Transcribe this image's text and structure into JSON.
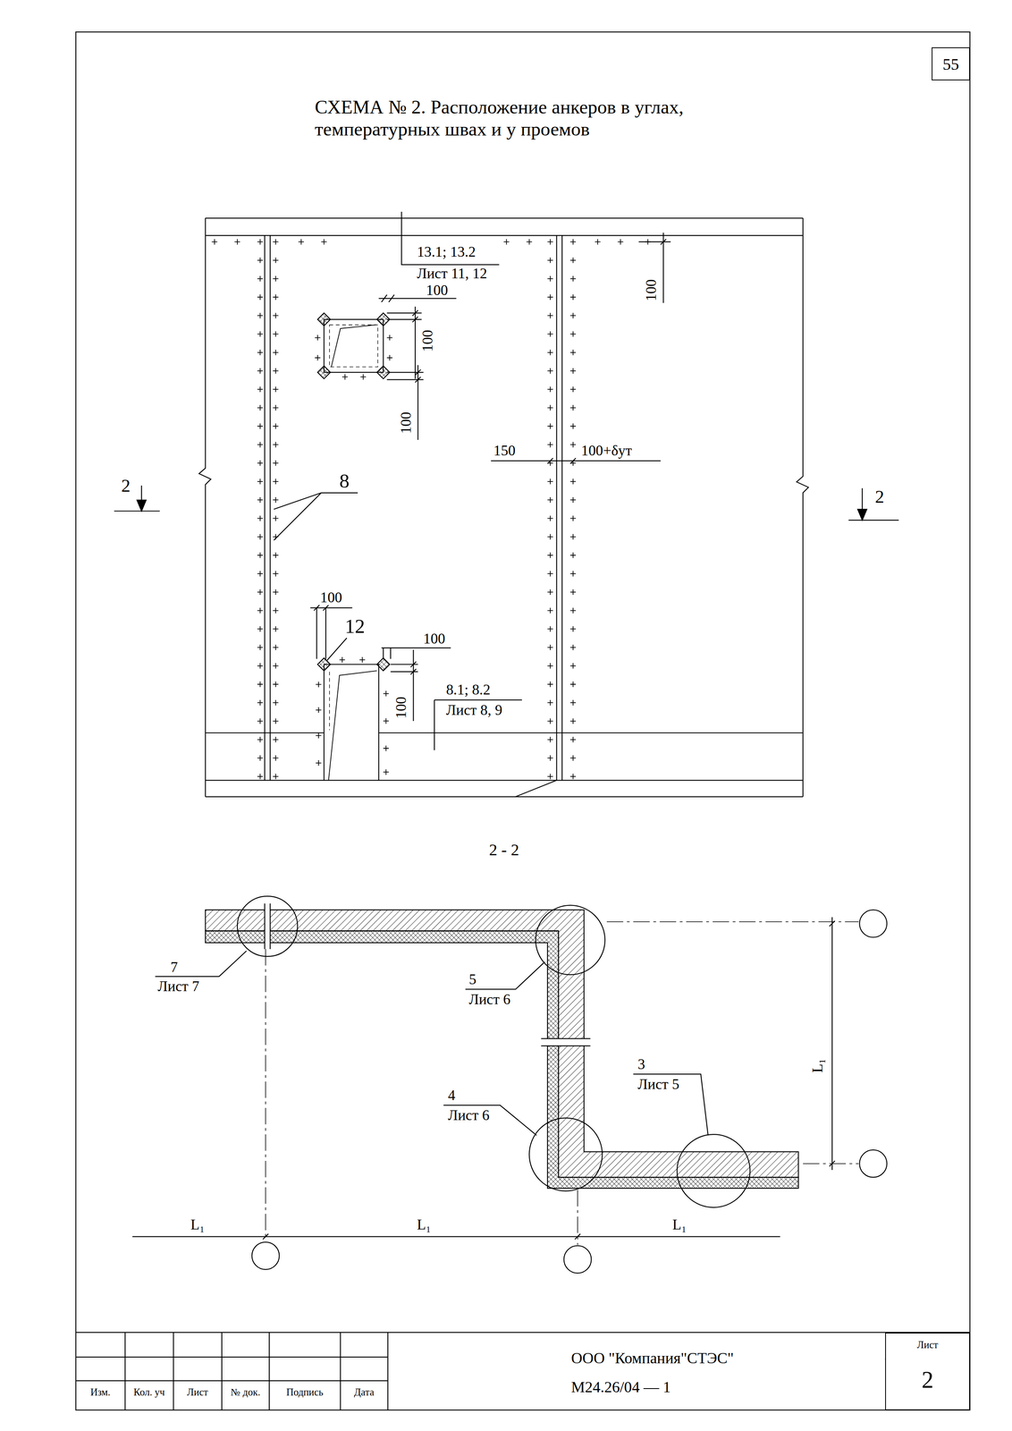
{
  "diagram": {
    "title": "СХЕМА № 2. Расположение анкеров в углах, температурных швах и у проемов",
    "nodes": [
      {
        "text": [
          "55"
        ]
      },
      {
        "text": [
          "Лист",
          "2"
        ]
      }
    ],
    "labels": [
      "13.1; 13.2",
      "Лист 11, 12",
      "100",
      "100",
      "100",
      "100",
      "150",
      "100+δут",
      "8",
      "2",
      "2",
      "100",
      "12",
      "100",
      "100",
      "8.1; 8.2",
      "Лист 8, 9",
      "2 - 2",
      "7",
      "Лист 7",
      "5",
      "Лист 6",
      "4",
      "Лист 6",
      "3",
      "Лист 5",
      "L₁",
      "L₁",
      "L₁",
      "L₁",
      "Изм.",
      "Кол. уч",
      "Лист",
      "№ док.",
      "Подпись",
      "Дата",
      "ООО \"Компания\"СТЭС\"",
      "М24.26/04 — 1"
    ]
  }
}
